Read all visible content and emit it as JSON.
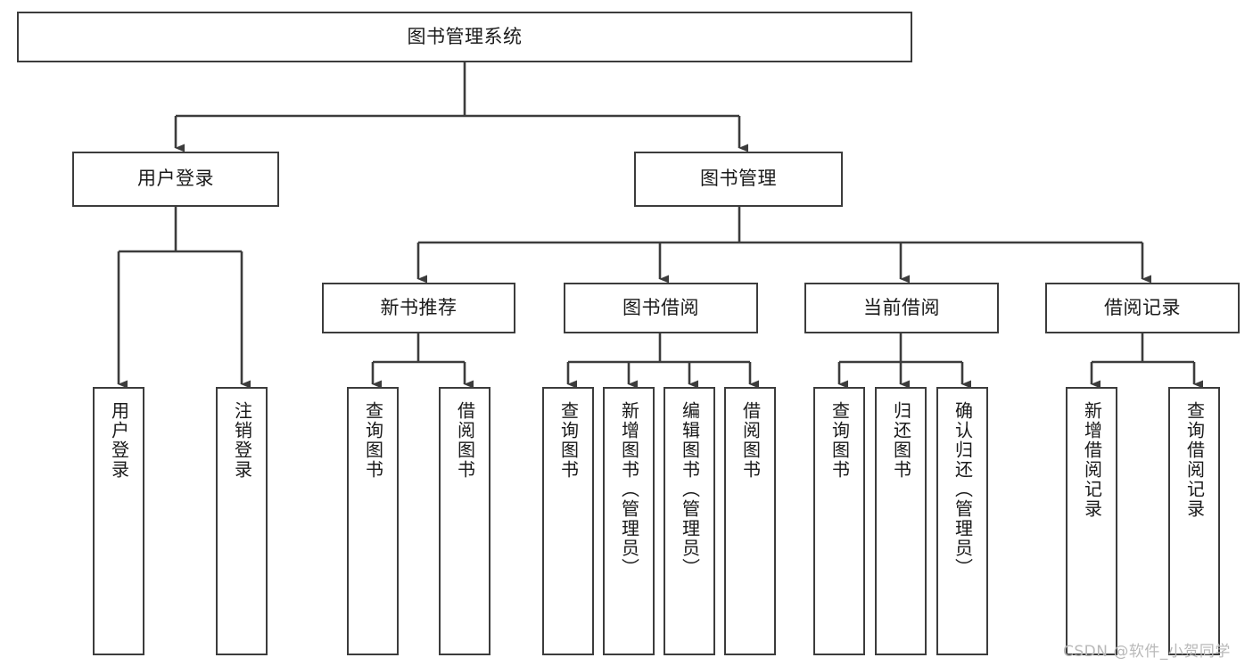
{
  "diagram": {
    "title": "图书管理系统",
    "type": "hierarchy-tree",
    "root": {
      "label": "图书管理系统"
    },
    "level2": [
      {
        "label": "用户登录"
      },
      {
        "label": "图书管理"
      }
    ],
    "level3": [
      {
        "label": "新书推荐"
      },
      {
        "label": "图书借阅"
      },
      {
        "label": "当前借阅"
      },
      {
        "label": "借阅记录"
      }
    ],
    "leaves": {
      "user_login": [
        {
          "label": "用户登录"
        },
        {
          "label": "注销登录"
        }
      ],
      "new_book_recommend": [
        {
          "label": "查询图书"
        },
        {
          "label": "借阅图书"
        }
      ],
      "book_borrow": [
        {
          "label": "查询图书"
        },
        {
          "label": "新增图书（管理员）"
        },
        {
          "label": "编辑图书（管理员）"
        },
        {
          "label": "借阅图书"
        }
      ],
      "current_borrow": [
        {
          "label": "查询图书"
        },
        {
          "label": "归还图书"
        },
        {
          "label": "确认归还（管理员）"
        }
      ],
      "borrow_record": [
        {
          "label": "新增借阅记录"
        },
        {
          "label": "查询借阅记录"
        }
      ]
    }
  },
  "watermark": {
    "text": "CSDN @软件_小贺同学"
  },
  "colors": {
    "stroke": "#3c3c3c",
    "box_fill": "#ffffff",
    "text": "#1a1a1a",
    "watermark": "#b9b9b9",
    "background": "#ffffff"
  }
}
